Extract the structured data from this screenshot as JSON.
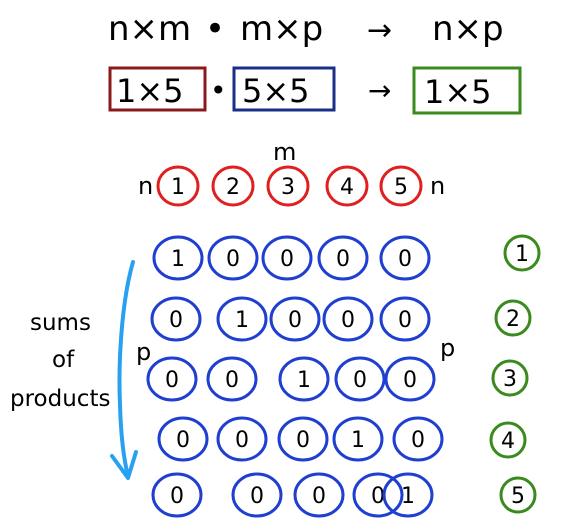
{
  "header": {
    "generic": {
      "left": "n×m",
      "right": "m×p",
      "result": "n×p",
      "dot": "•",
      "arrow": "→"
    },
    "specific": {
      "left": "1×5",
      "right": "5×5",
      "result": "1×5",
      "dot": "•",
      "arrow": "→"
    }
  },
  "labels": {
    "m": "m",
    "n_left": "n",
    "n_right": "n",
    "p_left": "p",
    "p_right": "p",
    "sums": [
      "sums",
      "of",
      "products"
    ]
  },
  "row_vector": [
    "1",
    "2",
    "3",
    "4",
    "5"
  ],
  "matrix": [
    [
      "1",
      "0",
      "0",
      "0",
      "0"
    ],
    [
      "0",
      "1",
      "0",
      "0",
      "0"
    ],
    [
      "0",
      "0",
      "1",
      "0",
      "0"
    ],
    [
      "0",
      "0",
      "0",
      "1",
      "0"
    ],
    [
      "0",
      "0",
      "0",
      "0",
      "1"
    ]
  ],
  "result_vector": [
    "1",
    "2",
    "3",
    "4",
    "5"
  ],
  "colors": {
    "red": "#e02020",
    "blue": "#1f3fd0",
    "green": "#3a8a1e",
    "darkred": "#8a1a1a",
    "navy": "#1a2f8a",
    "arrow_blue": "#2aa0f0",
    "ink": "#000000"
  }
}
